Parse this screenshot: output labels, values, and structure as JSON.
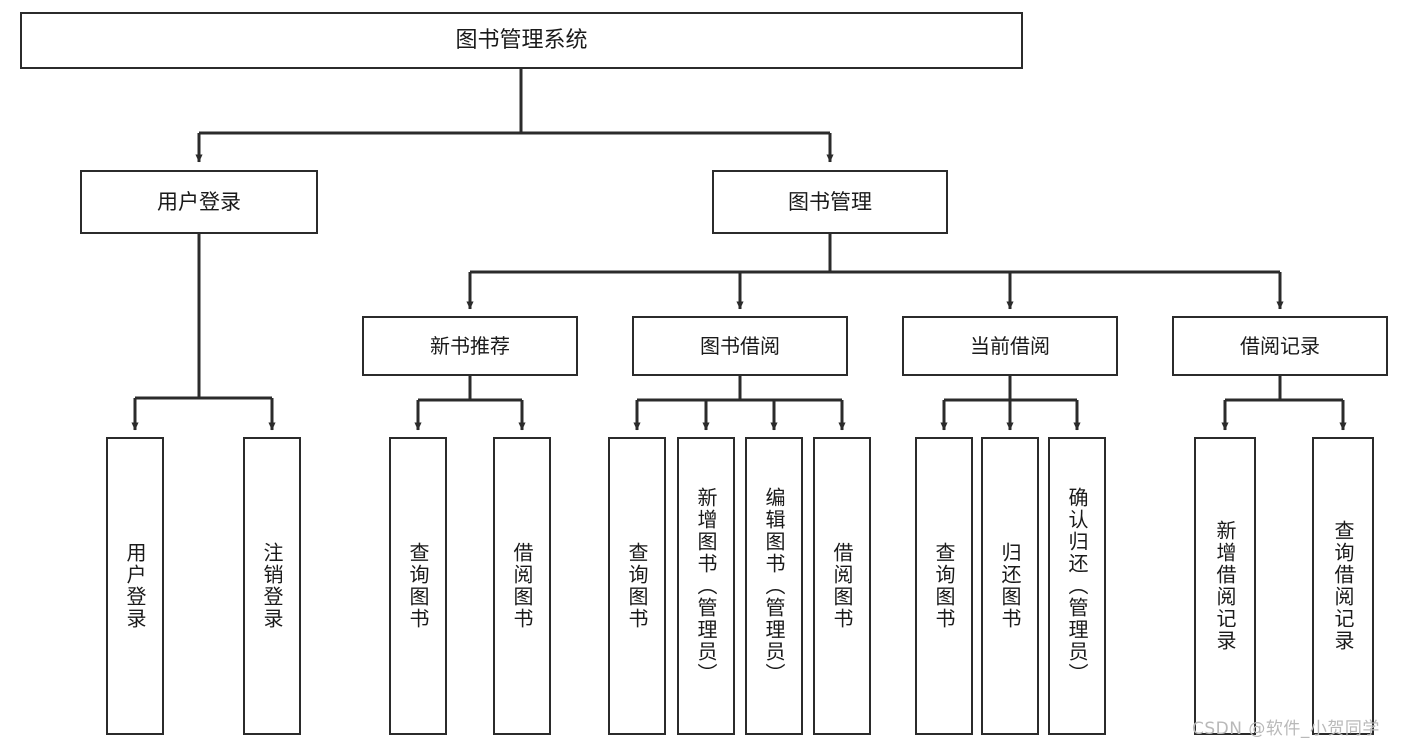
{
  "diagram": {
    "title": "图书管理系统",
    "type": "hierarchy-tree",
    "orientation": "top-down",
    "colors": {
      "box_border": "#2b2b2b",
      "box_fill": "#ffffff",
      "edge": "#2b2b2b",
      "text": "#1a1a1a",
      "watermark": "#b9b9b9"
    },
    "nodes": {
      "root": {
        "label": "图书管理系统"
      },
      "level1": [
        {
          "label": "用户登录"
        },
        {
          "label": "图书管理"
        }
      ],
      "level2": [
        {
          "label": "新书推荐"
        },
        {
          "label": "图书借阅"
        },
        {
          "label": "当前借阅"
        },
        {
          "label": "借阅记录"
        }
      ],
      "leaves": {
        "user_login": [
          {
            "label": "用户登录"
          },
          {
            "label": "注销登录"
          }
        ],
        "new_book_recommend": [
          {
            "label": "查询图书"
          },
          {
            "label": "借阅图书"
          }
        ],
        "book_borrow": [
          {
            "label": "查询图书"
          },
          {
            "label": "新增图书（管理员）"
          },
          {
            "label": "编辑图书（管理员）"
          },
          {
            "label": "借阅图书"
          }
        ],
        "current_borrow": [
          {
            "label": "查询图书"
          },
          {
            "label": "归还图书"
          },
          {
            "label": "确认归还（管理员）"
          }
        ],
        "borrow_record": [
          {
            "label": "新增借阅记录"
          },
          {
            "label": "查询借阅记录"
          }
        ]
      }
    },
    "watermark": "CSDN @软件_小贺同学"
  }
}
